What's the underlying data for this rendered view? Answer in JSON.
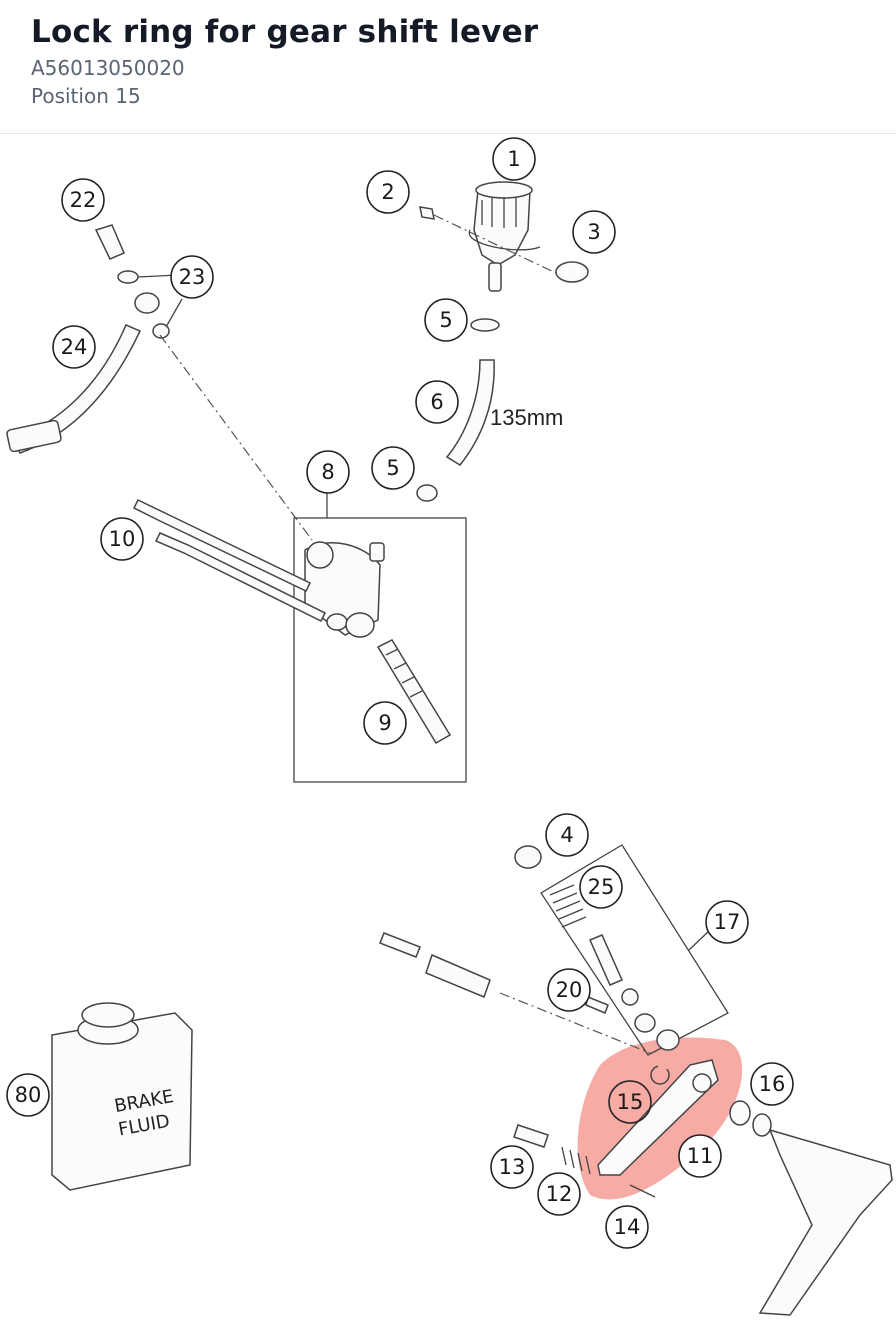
{
  "header": {
    "title": "Lock ring for gear shift lever",
    "part_number": "A56013050020",
    "position": "Position 15"
  },
  "diagram": {
    "highlight_color": "#f28b82",
    "measurement_label": "135mm",
    "bottle_label_line1": "BRAKE",
    "bottle_label_line2": "FLUID",
    "callouts": [
      "1",
      "2",
      "3",
      "5",
      "6",
      "5",
      "8",
      "10",
      "9",
      "22",
      "23",
      "24",
      "4",
      "25",
      "17",
      "20",
      "16",
      "15",
      "11",
      "13",
      "12",
      "14",
      "80"
    ]
  }
}
